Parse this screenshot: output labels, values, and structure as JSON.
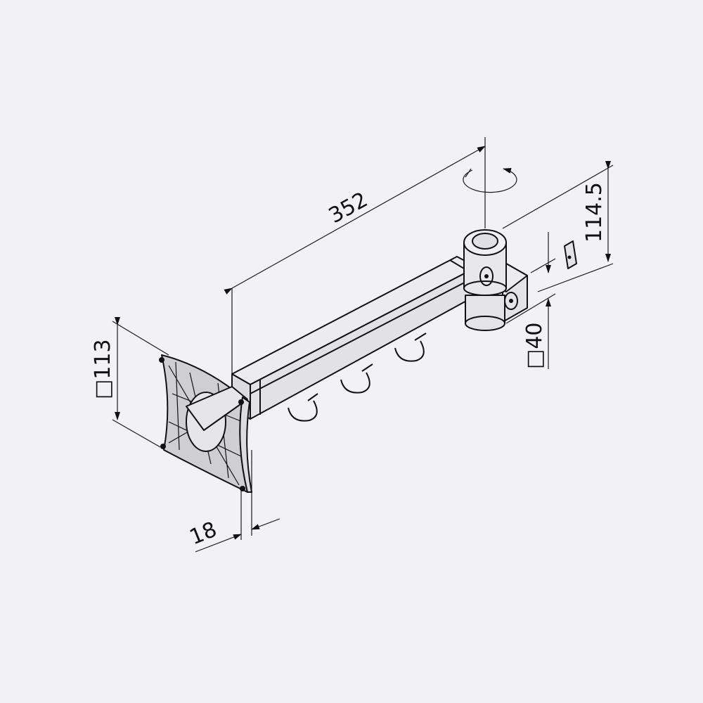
{
  "drawing": {
    "dimensions": {
      "arm_length": "352",
      "mount_height": "114.5",
      "profile_size": "□40",
      "plate_size": "□113",
      "plate_thickness": "18"
    },
    "colors": {
      "background": "#f2f2f4",
      "part_fill": "#e6e6e8",
      "line": "#111111"
    }
  }
}
